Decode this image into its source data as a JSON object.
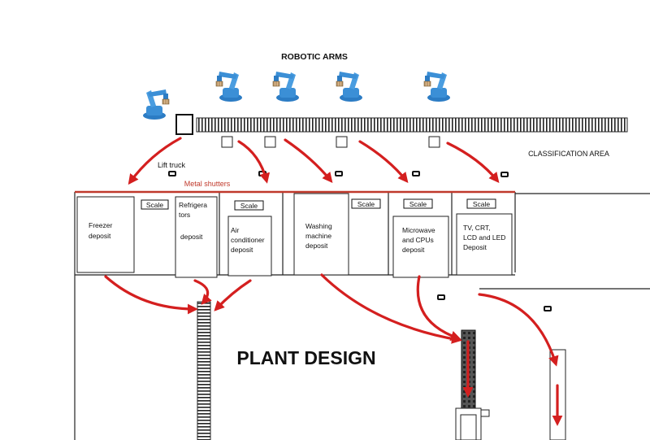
{
  "labels": {
    "robotic_arms": "ROBOTIC ARMS",
    "classification_area": "CLASSIFICATION AREA",
    "lift_truck": "Lift truck",
    "metal_shutters": "Metal shutters",
    "plant_design": "PLANT DESIGN",
    "scale": "Scale"
  },
  "deposits": [
    {
      "id": "freezer",
      "lines": [
        "Freezer",
        "deposit"
      ]
    },
    {
      "id": "refrigerators",
      "lines": [
        "Refrigera",
        "tors",
        "",
        "deposit"
      ]
    },
    {
      "id": "air-conditioner",
      "lines": [
        "Air",
        "conditioner",
        "deposit"
      ]
    },
    {
      "id": "washing-machine",
      "lines": [
        "Washing",
        "machine",
        "deposit"
      ]
    },
    {
      "id": "microwave-cpus",
      "lines": [
        "Microwave",
        "and CPUs",
        "deposit"
      ]
    },
    {
      "id": "tv-crt-lcd-led",
      "lines": [
        "TV, CRT,",
        "LCD and LED",
        "Deposit"
      ]
    }
  ],
  "colors": {
    "arrow": "#d41f1f",
    "shutter": "#c0392b",
    "robot": "#3b8fd6",
    "line": "#222222"
  },
  "icons": {
    "robot": "robotic-arm-icon",
    "truck": "lift-truck-icon",
    "conveyor": "conveyor-belt-icon"
  }
}
